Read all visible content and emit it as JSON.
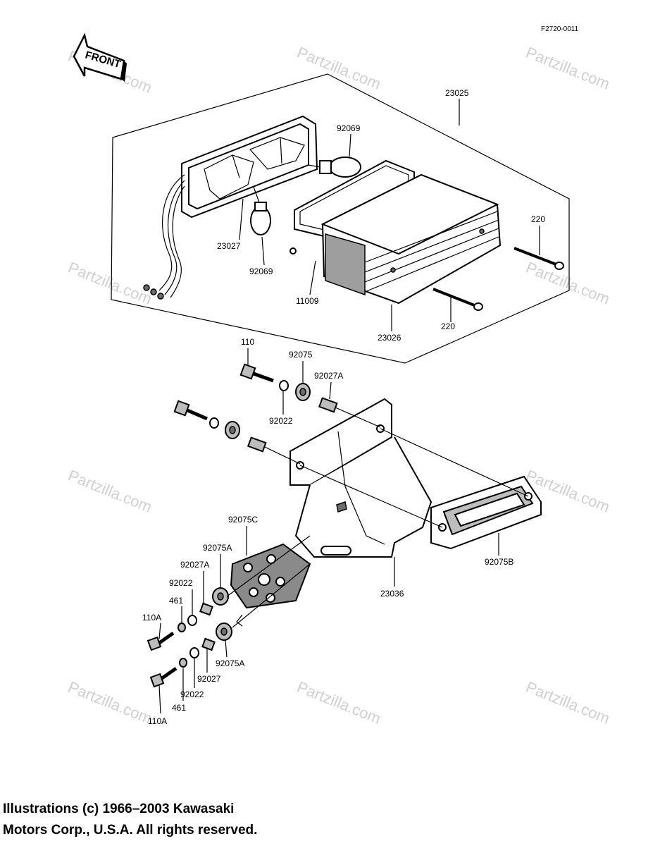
{
  "diagram_code": "F2720-0011",
  "front_label": "FRONT",
  "watermark": "Partzilla.com",
  "labels": {
    "p23025": "23025",
    "p92069_top": "92069",
    "p92069_bottom": "92069",
    "p23027": "23027",
    "p11009": "11009",
    "p23026": "23026",
    "p220_top": "220",
    "p220_bottom": "220",
    "p110": "110",
    "p92075": "92075",
    "p92027A": "92027A",
    "p92022_top": "92022",
    "p92075C": "92075C",
    "p92075A_top": "92075A",
    "p92027A_left": "92027A",
    "p92022_mid": "92022",
    "p461_top": "461",
    "p110A_top": "110A",
    "p92075A_bottom": "92075A",
    "p92027": "92027",
    "p92022_bottom": "92022",
    "p461_bottom": "461",
    "p110A_bottom": "110A",
    "p23036": "23036",
    "p92075B": "92075B"
  },
  "copyright": {
    "line1": "Illustrations (c) 1966–2003 Kawasaki",
    "line2": "Motors Corp., U.S.A.  All rights reserved."
  }
}
